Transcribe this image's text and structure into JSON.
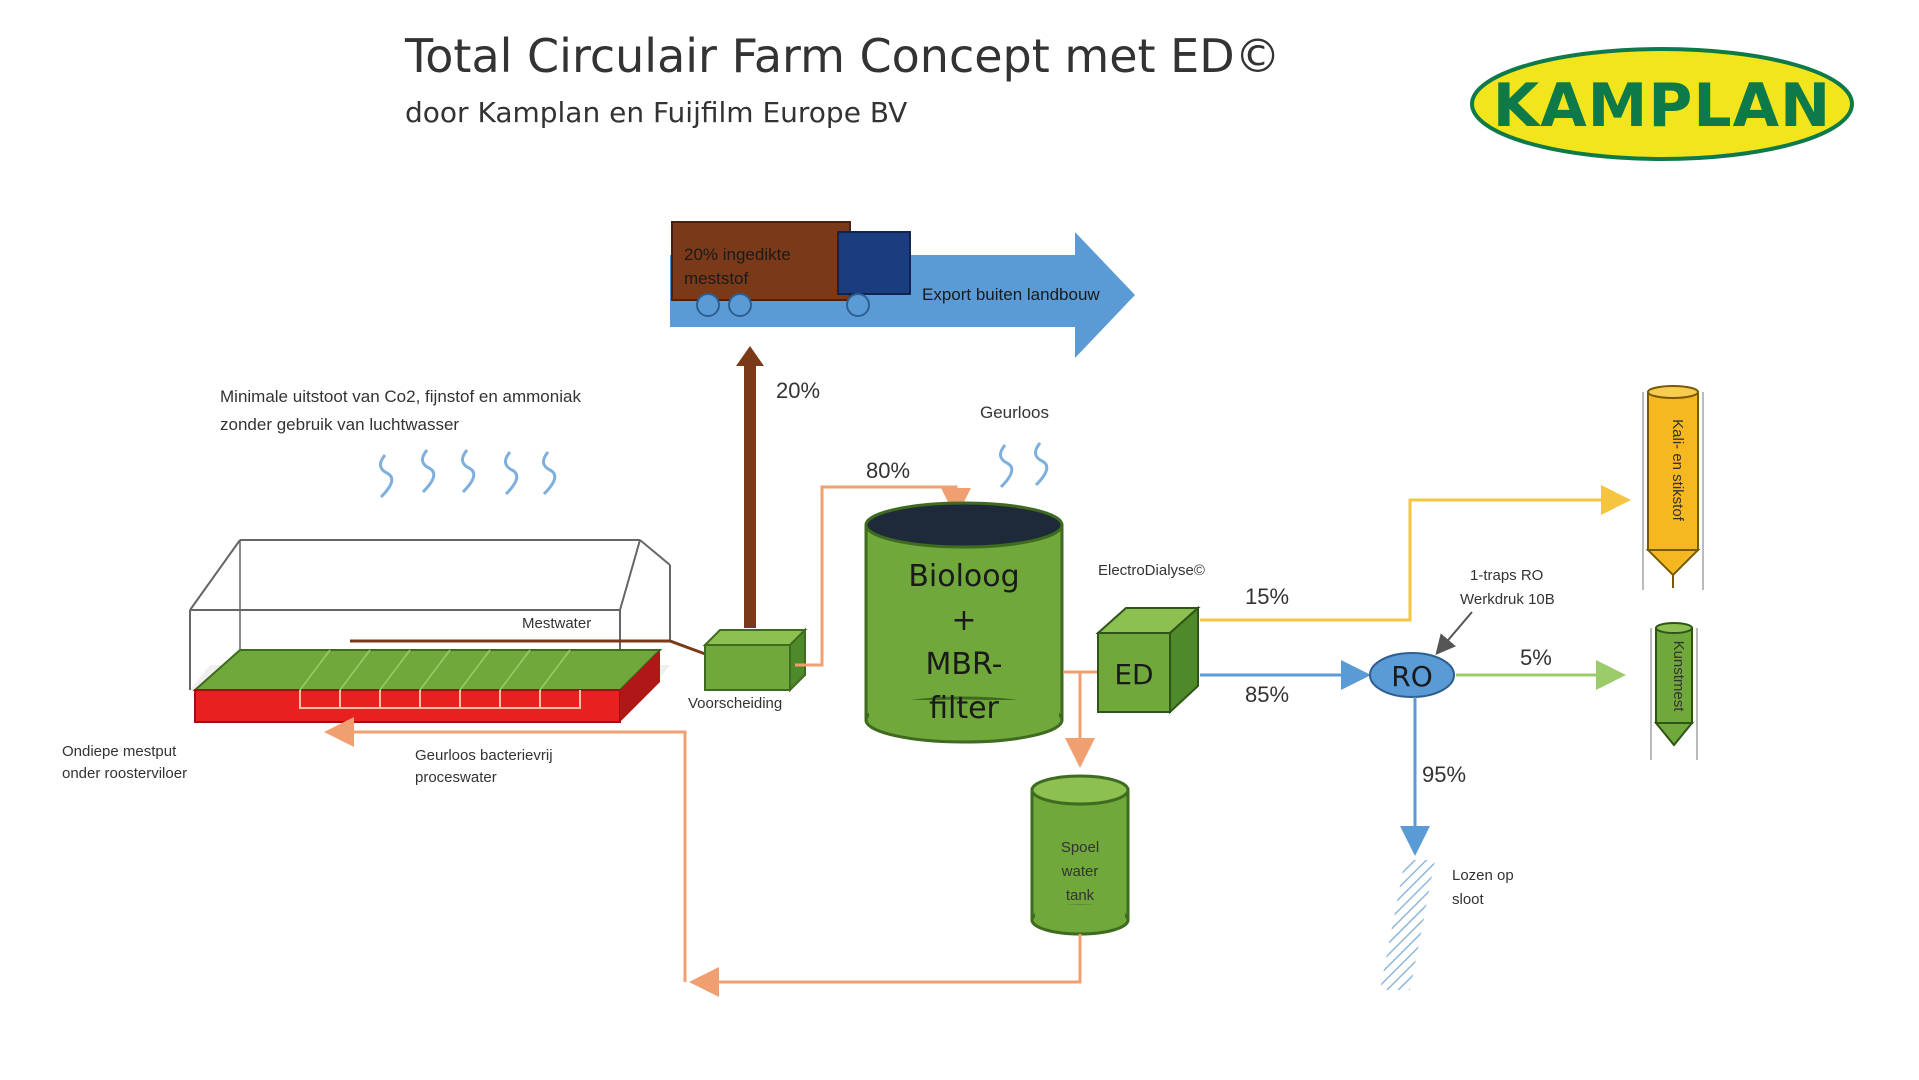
{
  "header": {
    "title": "Total Circulair Farm Concept met ED©",
    "subtitle": "door Kamplan en Fuijfilm Europe BV"
  },
  "logo": {
    "text": "KAMPLAN"
  },
  "truck": {
    "cargo_label_line1": "20% ingedikte",
    "cargo_label_line2": "meststof",
    "arrow_label": "Export buiten landbouw"
  },
  "emissions": {
    "line1": "Minimale uitstoot van Co2, fijnstof en ammoniak",
    "line2": "zonder gebruik van luchtwasser"
  },
  "odour": {
    "label": "Geurloos"
  },
  "barn": {
    "mestwater_label": "Mestwater",
    "pit_label_line1": "Ondiepe mestput",
    "pit_label_line2": "onder roosterviloer",
    "process_water_line1": "Geurloos bacterievrij",
    "process_water_line2": "proceswater"
  },
  "separation": {
    "label": "Voorscheiding",
    "up_percent": "20%",
    "bio_percent": "80%"
  },
  "bioreactor": {
    "line1": "Bioloog",
    "line2": "+",
    "line3": "MBR-",
    "line4": "filter"
  },
  "rinse_tank": {
    "line1": "Spoel",
    "line2": "water",
    "line3": "tank"
  },
  "ed": {
    "label": "ED",
    "title": "ElectroDialyse©",
    "concentrate_percent": "15%",
    "dilute_percent": "85%"
  },
  "ro": {
    "label": "RO",
    "note_line1": "1-traps RO",
    "note_line2": "Werkdruk 10B",
    "concentrate_percent": "5%",
    "permeate_percent": "95%",
    "discharge_line1": "Lozen op",
    "discharge_line2": "sloot"
  },
  "products": {
    "tank1_label": "Kali- en stikstof",
    "tank2_label": "Kunstmest"
  },
  "colors": {
    "green": "#70a83b",
    "green_dark": "#3e6b20",
    "brown": "#7a3a1a",
    "orange_line": "#f0a070",
    "yellow_line": "#f5c542",
    "blue_line": "#5b9bd5",
    "red_pit": "#e82020",
    "logo_yellow": "#f2e51b",
    "logo_green": "#0e7a4a"
  }
}
